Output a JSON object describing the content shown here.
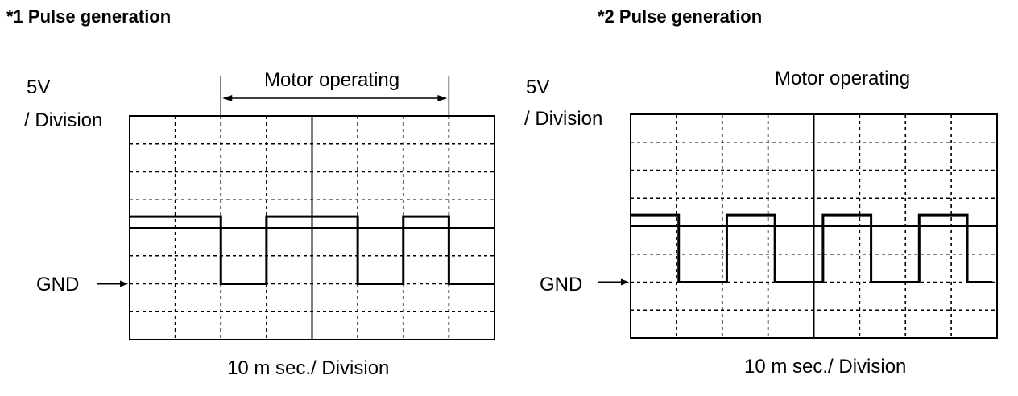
{
  "panels": [
    {
      "title": "*1 Pulse generation",
      "volts_per_div_value": "5V",
      "volts_per_div_unit": "/ Division",
      "operating_label": "Motor operating",
      "ground_label": "GND",
      "time_per_div": "10 m sec./ Division",
      "operating_span_divisions": [
        2,
        7
      ]
    },
    {
      "title": "*2 Pulse generation",
      "volts_per_div_value": "5V",
      "volts_per_div_unit": "/ Division",
      "operating_label": "Motor operating",
      "ground_label": "GND",
      "time_per_div": "10 m sec./ Division"
    }
  ],
  "grid": {
    "h_divisions": 8,
    "v_divisions": 8
  },
  "waveforms": [
    {
      "high_level_div": 4.4,
      "low_level_div": 2.0,
      "transitions_div": [
        0,
        2,
        3,
        5,
        6,
        7,
        8
      ],
      "start_state": "high"
    },
    {
      "high_level_div": 4.4,
      "low_level_div": 2.0,
      "transitions_div": [
        0,
        1.05,
        2.1,
        3.15,
        4.2,
        5.25,
        6.3,
        7.35,
        7.9
      ],
      "start_state": "high"
    }
  ],
  "colors": {
    "trace": "#000000",
    "grid": "#000000",
    "background": "#ffffff"
  }
}
